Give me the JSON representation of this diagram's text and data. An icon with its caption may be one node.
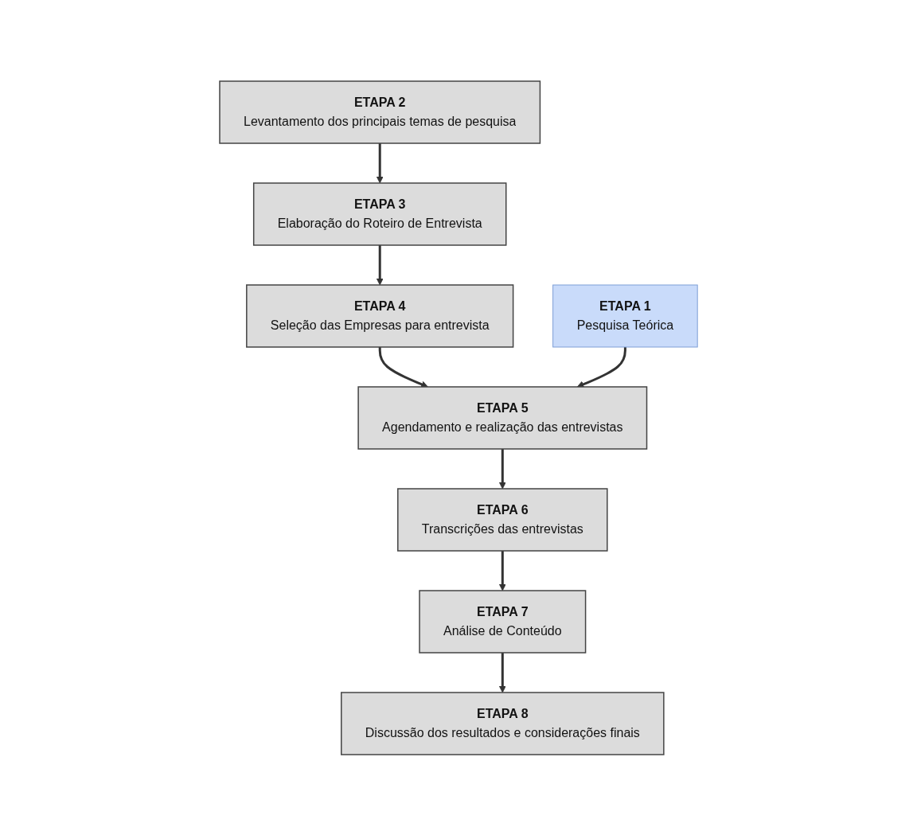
{
  "diagram": {
    "nodes": [
      {
        "text": [
          "ETAPA 1",
          "Pesquisa Teórica"
        ]
      },
      {
        "text": [
          "ETAPA 2",
          "Levantamento dos principais temas de pesquisa"
        ]
      },
      {
        "text": [
          "ETAPA 3",
          "Elaboração do Roteiro de Entrevista"
        ]
      },
      {
        "text": [
          "ETAPA 4",
          "Seleção das Empresas para entrevista"
        ]
      },
      {
        "text": [
          "ETAPA 5",
          "Agendamento e realização das entrevistas"
        ]
      },
      {
        "text": [
          "ETAPA 6",
          "Transcrições das entrevistas"
        ]
      },
      {
        "text": [
          "ETAPA 7",
          "Análise de Conteúdo"
        ]
      },
      {
        "text": [
          "ETAPA 8",
          "Discussão dos resultados e considerações finais"
        ]
      }
    ],
    "edges": [
      {
        "from": 1,
        "to": 2,
        "arrow": "to"
      },
      {
        "from": 2,
        "to": 3,
        "arrow": "to"
      },
      {
        "from": 3,
        "to": 4,
        "arrow": "to"
      },
      {
        "from": 0,
        "to": 4,
        "arrow": "to"
      },
      {
        "from": 4,
        "to": 5,
        "arrow": "to"
      },
      {
        "from": 5,
        "to": 6,
        "arrow": "to"
      },
      {
        "from": 6,
        "to": 7,
        "arrow": "to"
      }
    ]
  }
}
